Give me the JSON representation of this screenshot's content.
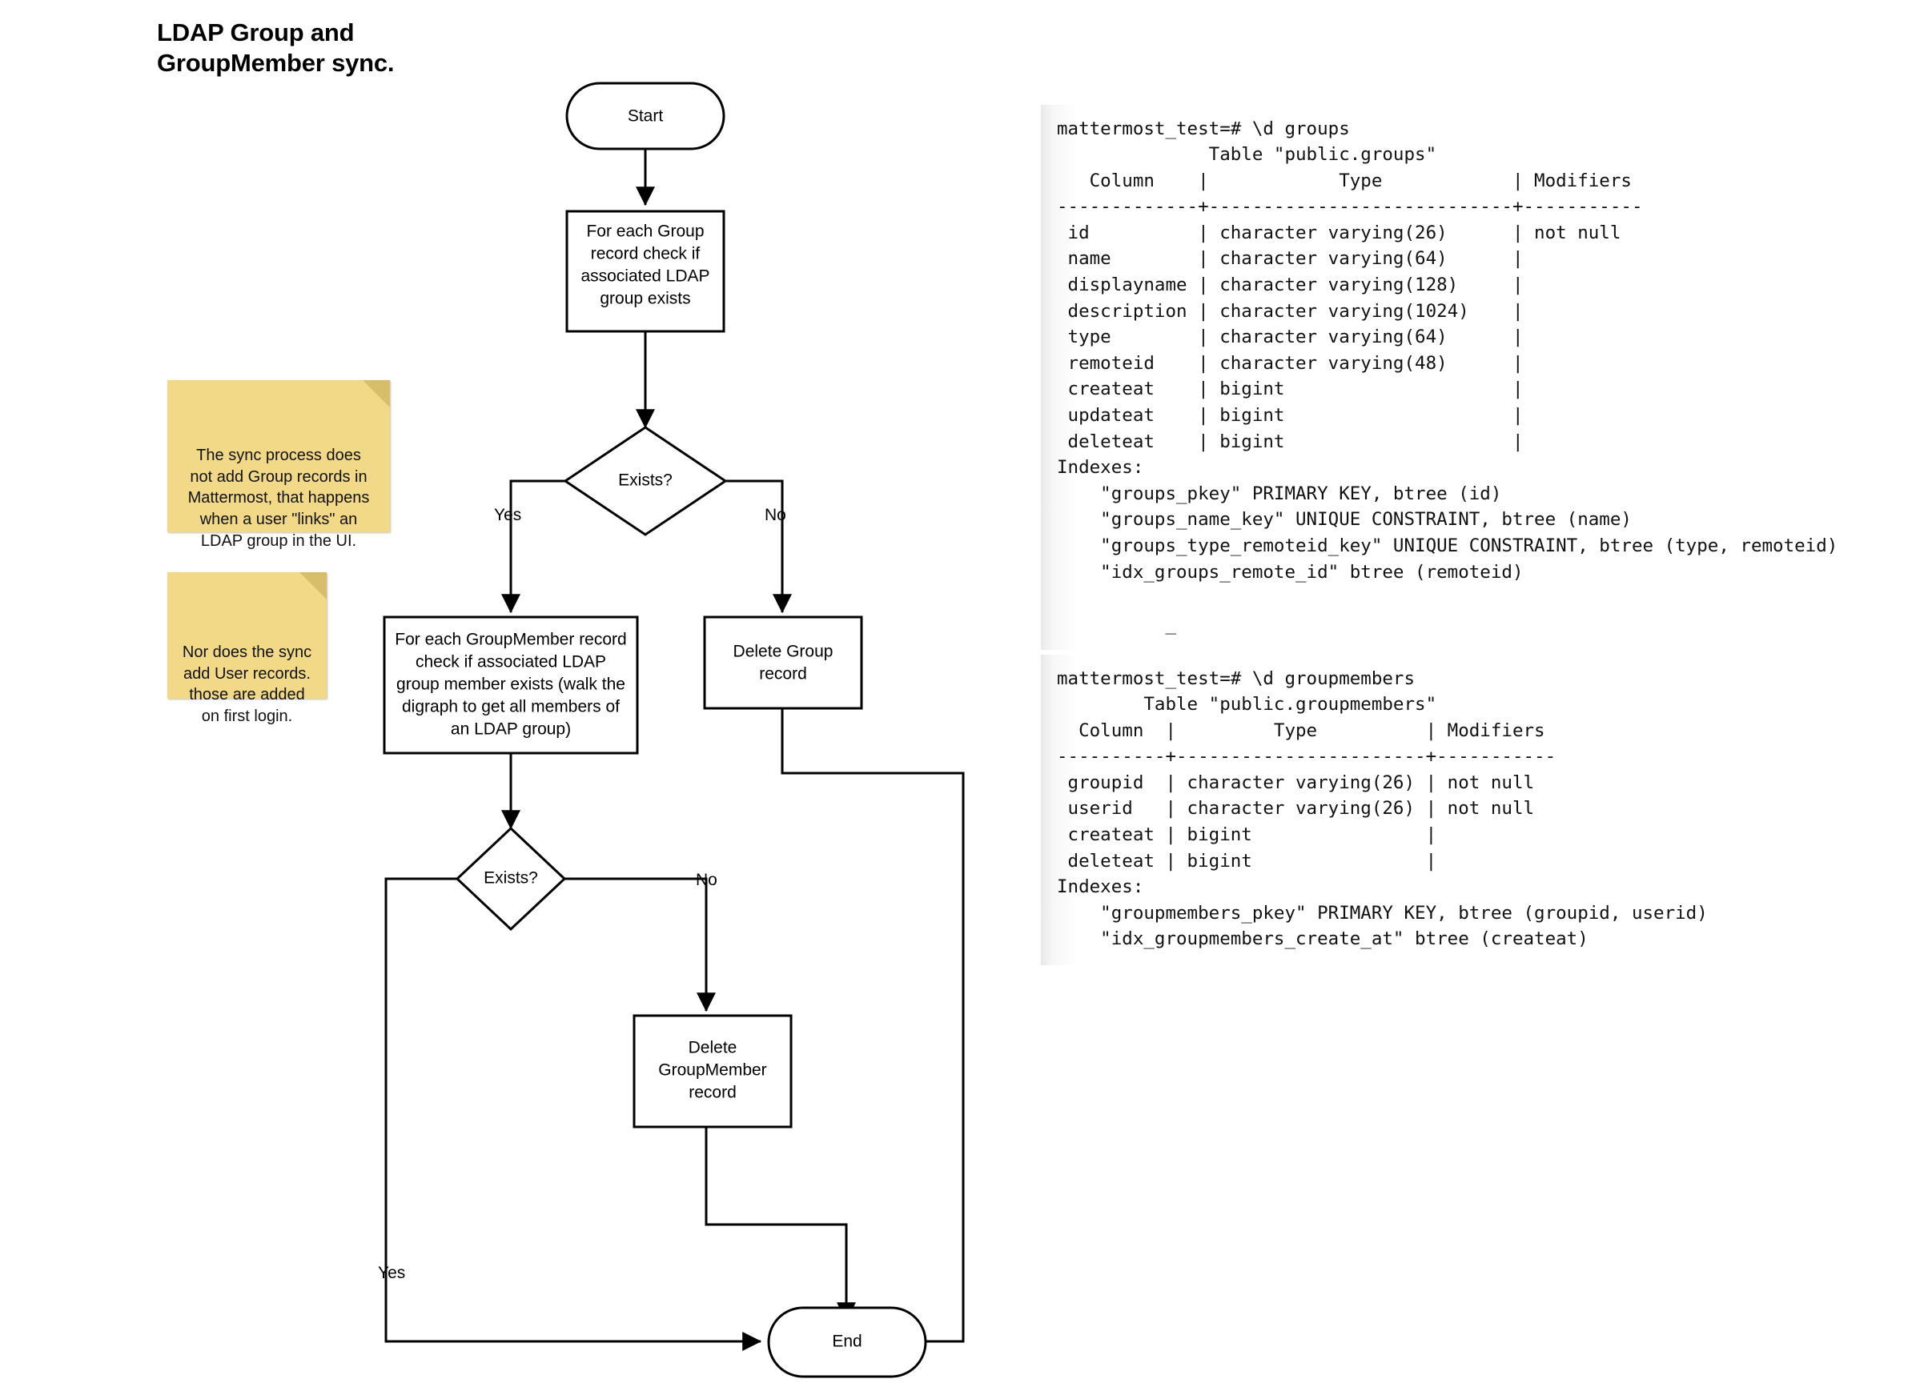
{
  "title": "LDAP Group and\nGroupMember sync.",
  "flowchart": {
    "nodes": {
      "start": "Start",
      "check_group": "For each Group\nrecord check if\nassociated LDAP\ngroup exists",
      "exists_1": "Exists?",
      "check_member": "For each GroupMember record\ncheck if associated LDAP\ngroup member exists (walk the\ndigraph to get all members of\nan LDAP group)",
      "delete_group": "Delete Group\nrecord",
      "exists_2": "Exists?",
      "delete_groupmember": "Delete\nGroupMember\nrecord",
      "end": "End"
    },
    "edge_labels": {
      "exists1_yes": "Yes",
      "exists1_no": "No",
      "exists2_no": "No",
      "exists2_yes": "Yes"
    }
  },
  "notes": [
    {
      "id": "note-1",
      "text": "The sync process does\nnot add Group records in\nMattermost, that happens\nwhen a user \"links\" an\nLDAP group in the UI."
    },
    {
      "id": "note-2",
      "text": "Nor does the sync\nadd User records.\nthose are added\non first login."
    }
  ],
  "terminals": {
    "groups": {
      "command": "mattermost_test=# \\d groups",
      "text": "mattermost_test=# \\d groups\n              Table \"public.groups\"\n   Column    |            Type            | Modifiers\n-------------+----------------------------+-----------\n id          | character varying(26)      | not null\n name        | character varying(64)      |\n displayname | character varying(128)     |\n description | character varying(1024)    |\n type        | character varying(64)      |\n remoteid    | character varying(48)      |\n createat    | bigint                     |\n updateat    | bigint                     |\n deleteat    | bigint                     |\nIndexes:\n    \"groups_pkey\" PRIMARY KEY, btree (id)\n    \"groups_name_key\" UNIQUE CONSTRAINT, btree (name)\n    \"groups_type_remoteid_key\" UNIQUE CONSTRAINT, btree (type, remoteid)\n    \"idx_groups_remote_id\" btree (remoteid)\n\n          _",
      "table_title": "Table \"public.groups\"",
      "headers": [
        "Column",
        "Type",
        "Modifiers"
      ],
      "rows": [
        [
          "id",
          "character varying(26)",
          "not null"
        ],
        [
          "name",
          "character varying(64)",
          ""
        ],
        [
          "displayname",
          "character varying(128)",
          ""
        ],
        [
          "description",
          "character varying(1024)",
          ""
        ],
        [
          "type",
          "character varying(64)",
          ""
        ],
        [
          "remoteid",
          "character varying(48)",
          ""
        ],
        [
          "createat",
          "bigint",
          ""
        ],
        [
          "updateat",
          "bigint",
          ""
        ],
        [
          "deleteat",
          "bigint",
          ""
        ]
      ],
      "indexes_label": "Indexes:",
      "indexes": [
        "\"groups_pkey\" PRIMARY KEY, btree (id)",
        "\"groups_name_key\" UNIQUE CONSTRAINT, btree (name)",
        "\"groups_type_remoteid_key\" UNIQUE CONSTRAINT, btree (type, remoteid)",
        "\"idx_groups_remote_id\" btree (remoteid)"
      ]
    },
    "groupmembers": {
      "command": "mattermost_test=# \\d groupmembers",
      "text": "mattermost_test=# \\d groupmembers\n        Table \"public.groupmembers\"\n  Column  |         Type          | Modifiers\n----------+-----------------------+-----------\n groupid  | character varying(26) | not null\n userid   | character varying(26) | not null\n createat | bigint                |\n deleteat | bigint                |\nIndexes:\n    \"groupmembers_pkey\" PRIMARY KEY, btree (groupid, userid)\n    \"idx_groupmembers_create_at\" btree (createat)",
      "table_title": "Table \"public.groupmembers\"",
      "headers": [
        "Column",
        "Type",
        "Modifiers"
      ],
      "rows": [
        [
          "groupid",
          "character varying(26)",
          "not null"
        ],
        [
          "userid",
          "character varying(26)",
          "not null"
        ],
        [
          "createat",
          "bigint",
          ""
        ],
        [
          "deleteat",
          "bigint",
          ""
        ]
      ],
      "indexes_label": "Indexes:",
      "indexes": [
        "\"groupmembers_pkey\" PRIMARY KEY, btree (groupid, userid)",
        "\"idx_groupmembers_create_at\" btree (createat)"
      ]
    }
  },
  "colors": {
    "sticky_note": "#f2d988",
    "sticky_fold": "#d8bd6a",
    "stroke": "#000000",
    "node_fill": "#ffffff",
    "background": "#ffffff"
  }
}
